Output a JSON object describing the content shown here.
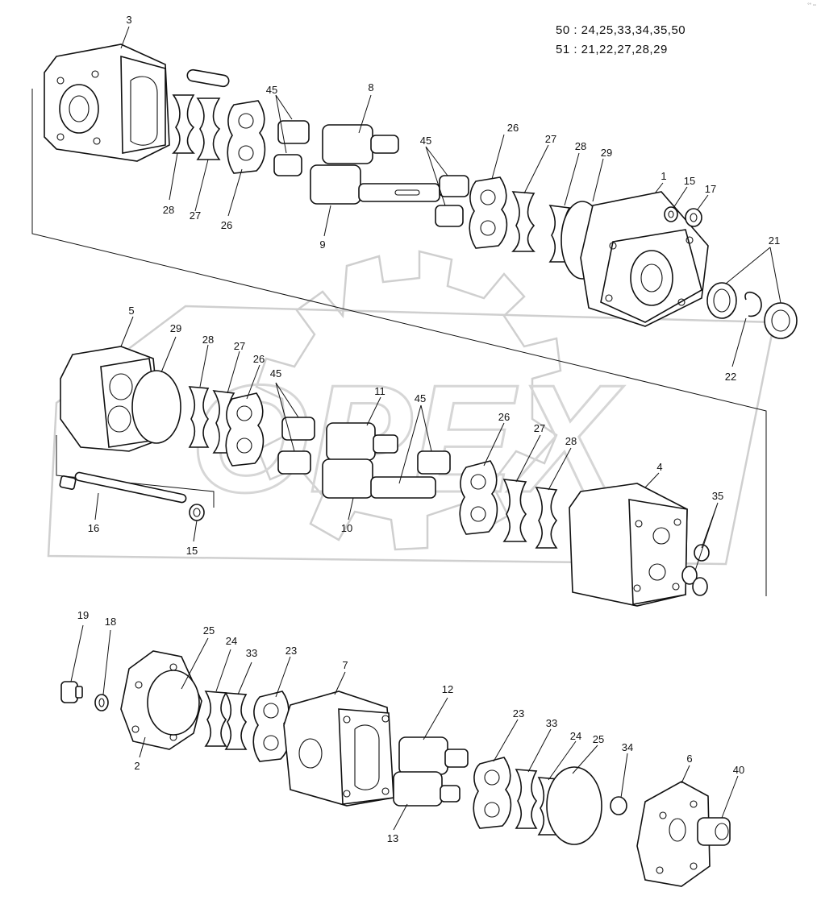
{
  "kits": [
    "50 : 24,25,33,34,35,50",
    "51 : 21,22,27,28,29"
  ],
  "watermark": "OPEX",
  "corner_mark": "°° ▫▫",
  "callouts": [
    "3",
    "45",
    "8",
    "26",
    "27",
    "28",
    "29",
    "1",
    "15",
    "17",
    "28",
    "27",
    "26",
    "9",
    "45",
    "21",
    "22",
    "5",
    "29",
    "28",
    "27",
    "26",
    "45",
    "11",
    "45",
    "26",
    "27",
    "28",
    "4",
    "35",
    "16",
    "15",
    "10",
    "19",
    "18",
    "25",
    "24",
    "33",
    "23",
    "7",
    "12",
    "2",
    "23",
    "33",
    "24",
    "25",
    "34",
    "6",
    "40",
    "13"
  ]
}
